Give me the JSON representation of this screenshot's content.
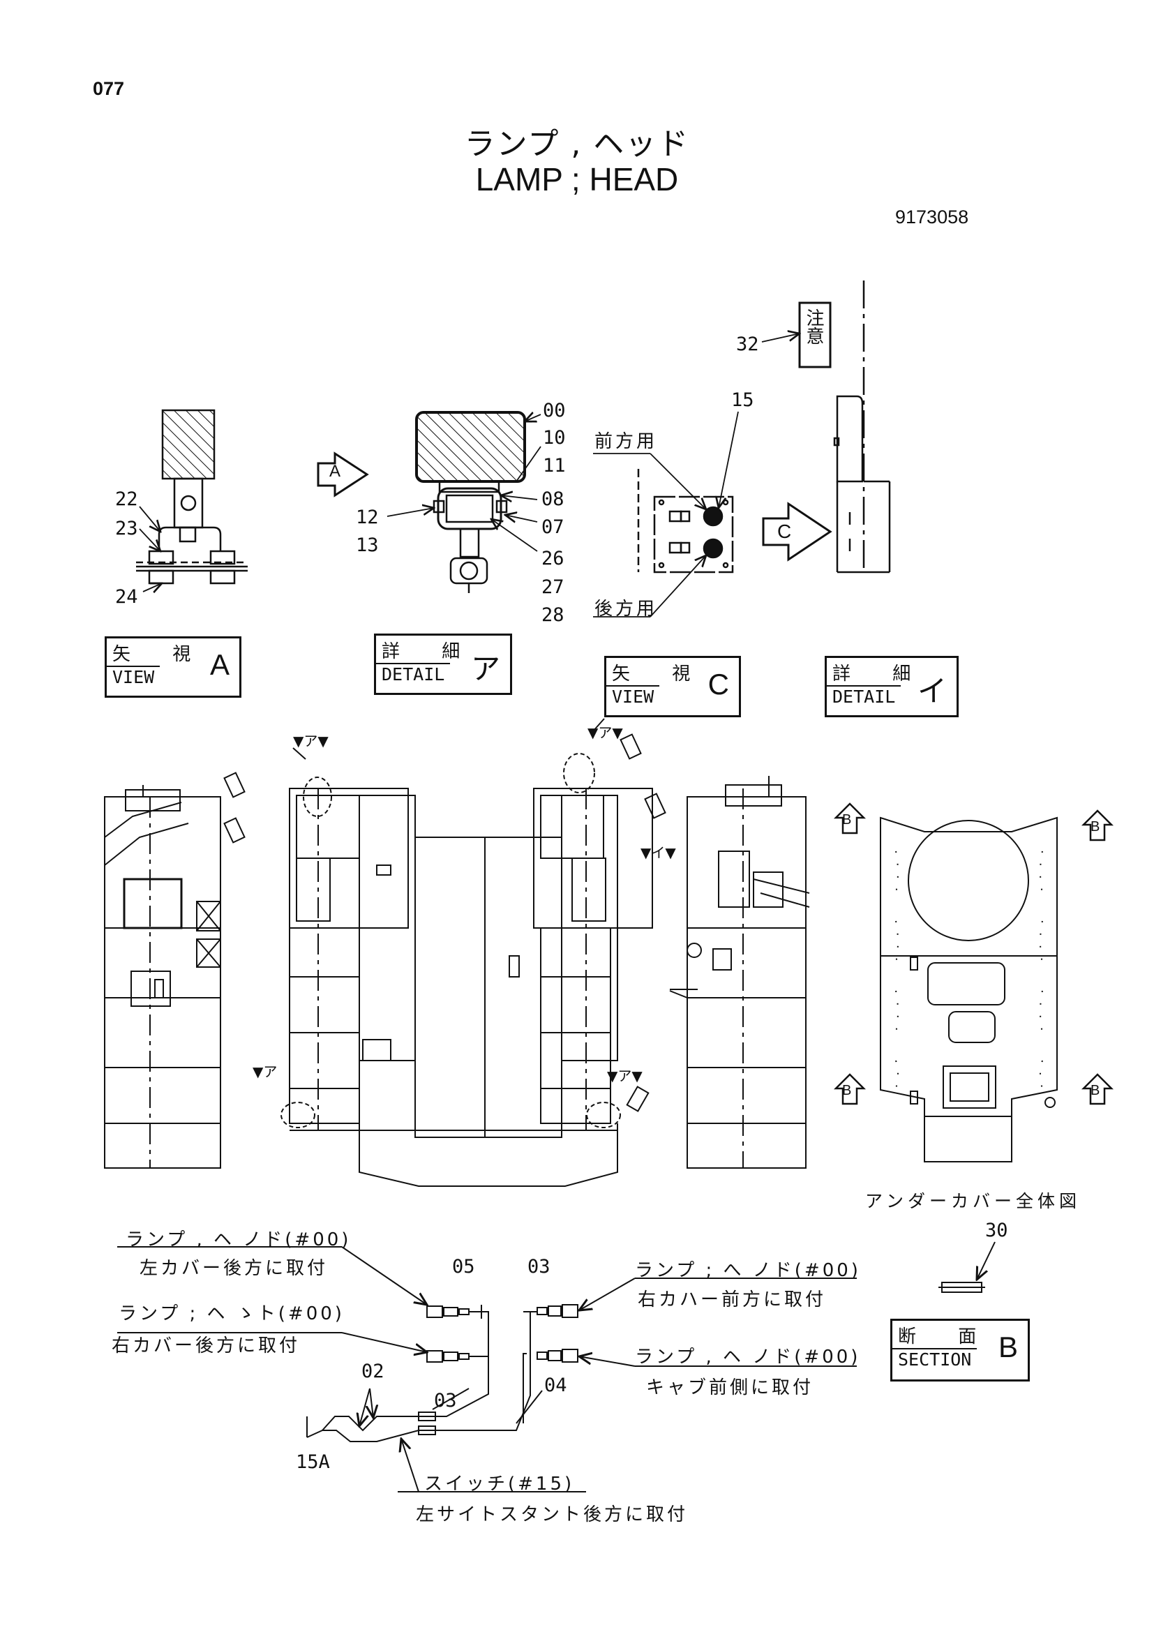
{
  "page_number": "077",
  "title": {
    "japanese": "ランプ , ヘッド",
    "english": "LAMP ; HEAD"
  },
  "part_number": "9173058",
  "callouts": {
    "c00": "00",
    "c10": "10",
    "c11": "11",
    "c08": "08",
    "c07": "07",
    "c26": "26",
    "c27": "27",
    "c28": "28",
    "c12": "12",
    "c13": "13",
    "c22": "22",
    "c23": "23",
    "c24": "24",
    "c15": "15",
    "c32": "32",
    "c30": "30",
    "c05": "05",
    "c03a": "03",
    "c03b": "03",
    "c04": "04",
    "c02": "02",
    "c15a": "15A"
  },
  "notes": {
    "front_use": "前方用",
    "rear_use": "後方用",
    "caution_label": "注意",
    "undercover_overall": "アンダーカバー全体図",
    "arrow_a": "A",
    "arrow_c": "C",
    "marker_a": "B"
  },
  "view_labels": {
    "view_a": {
      "jp": "矢 視",
      "en": "VIEW",
      "letter": "A"
    },
    "detail_a": {
      "jp": "詳 細",
      "en": "DETAIL",
      "letter": "ア"
    },
    "view_c": {
      "jp": "矢 視",
      "en": "VIEW",
      "letter": "C"
    },
    "detail_i": {
      "jp": "詳 細",
      "en": "DETAIL",
      "letter": "イ"
    },
    "section_b": {
      "jp": "断 面",
      "en": "SECTION",
      "letter": "B"
    }
  },
  "detail_markers": {
    "a1": "▼ア▼",
    "a2": "▼ア▼",
    "a3": "▼ア",
    "a4": "▼ア▼",
    "i1": "▼イ▼"
  },
  "wiring_notes": {
    "left_top_1": "ランプ , ヘ ノド(#00)",
    "left_top_2": "左カバー後方に取付",
    "left_mid_1": "ランプ ; ヘ ゝト(#00)",
    "left_mid_2": "右カバー後方に取付",
    "right_top_1": "ランプ ; へ ノド(#00)",
    "right_top_2": "右カハー前方に取付",
    "right_mid_1": "ランプ , ヘ ノド(#00)",
    "right_mid_2": "キャブ前側に取付",
    "switch_1": "スイッチ(#15)",
    "switch_2": "左サイトスタント後方に取付"
  }
}
